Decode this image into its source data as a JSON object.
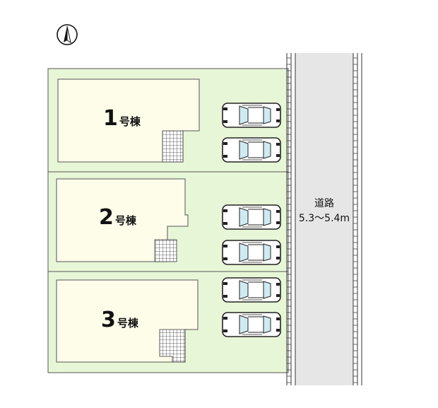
{
  "map": {
    "north_icon": "north-arrow-icon",
    "colors": {
      "lot": "#e7f6d7",
      "building": "#fdfde9",
      "road": "#e6e6e6",
      "line": "#555555",
      "car_glass": "#cfeaf3"
    },
    "lots": [
      {
        "number": "1",
        "suffix": "号棟",
        "parking_spaces": 2
      },
      {
        "number": "2",
        "suffix": "号棟",
        "parking_spaces": 2
      },
      {
        "number": "3",
        "suffix": "号棟",
        "parking_spaces": 2
      }
    ],
    "road": {
      "name": "道路",
      "width": "5.3～5.4m"
    }
  }
}
